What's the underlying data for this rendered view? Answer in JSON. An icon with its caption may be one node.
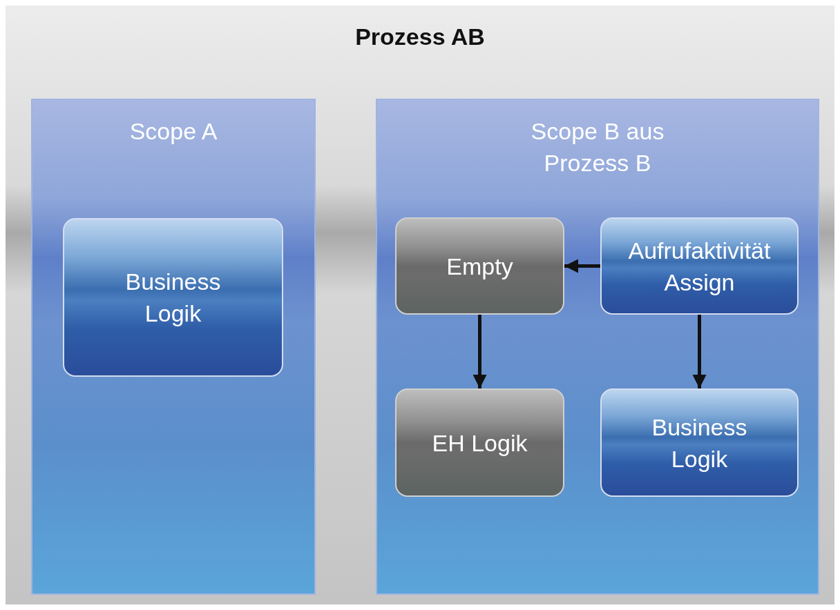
{
  "diagram": {
    "nodes": [
      {
        "text": [
          "Prozess AB"
        ]
      },
      {
        "text": [
          "Scope A"
        ],
        "in": 0
      },
      {
        "text": [
          "Business Logik"
        ],
        "in": 1
      },
      {
        "text": [
          "Scope B aus Prozess B"
        ],
        "in": 0
      },
      {
        "text": [
          "Empty"
        ],
        "in": 3
      },
      {
        "text": [
          "Aufrufaktivität Assign"
        ],
        "in": 3
      },
      {
        "text": [
          "EH Logik"
        ],
        "in": 3
      },
      {
        "text": [
          "Business Logik"
        ],
        "in": 3
      }
    ],
    "edges": [
      {
        "from": 5,
        "to": 4,
        "arrow": "to"
      },
      {
        "from": 4,
        "to": 6,
        "arrow": "to"
      },
      {
        "from": 5,
        "to": 7,
        "arrow": "to"
      }
    ]
  }
}
